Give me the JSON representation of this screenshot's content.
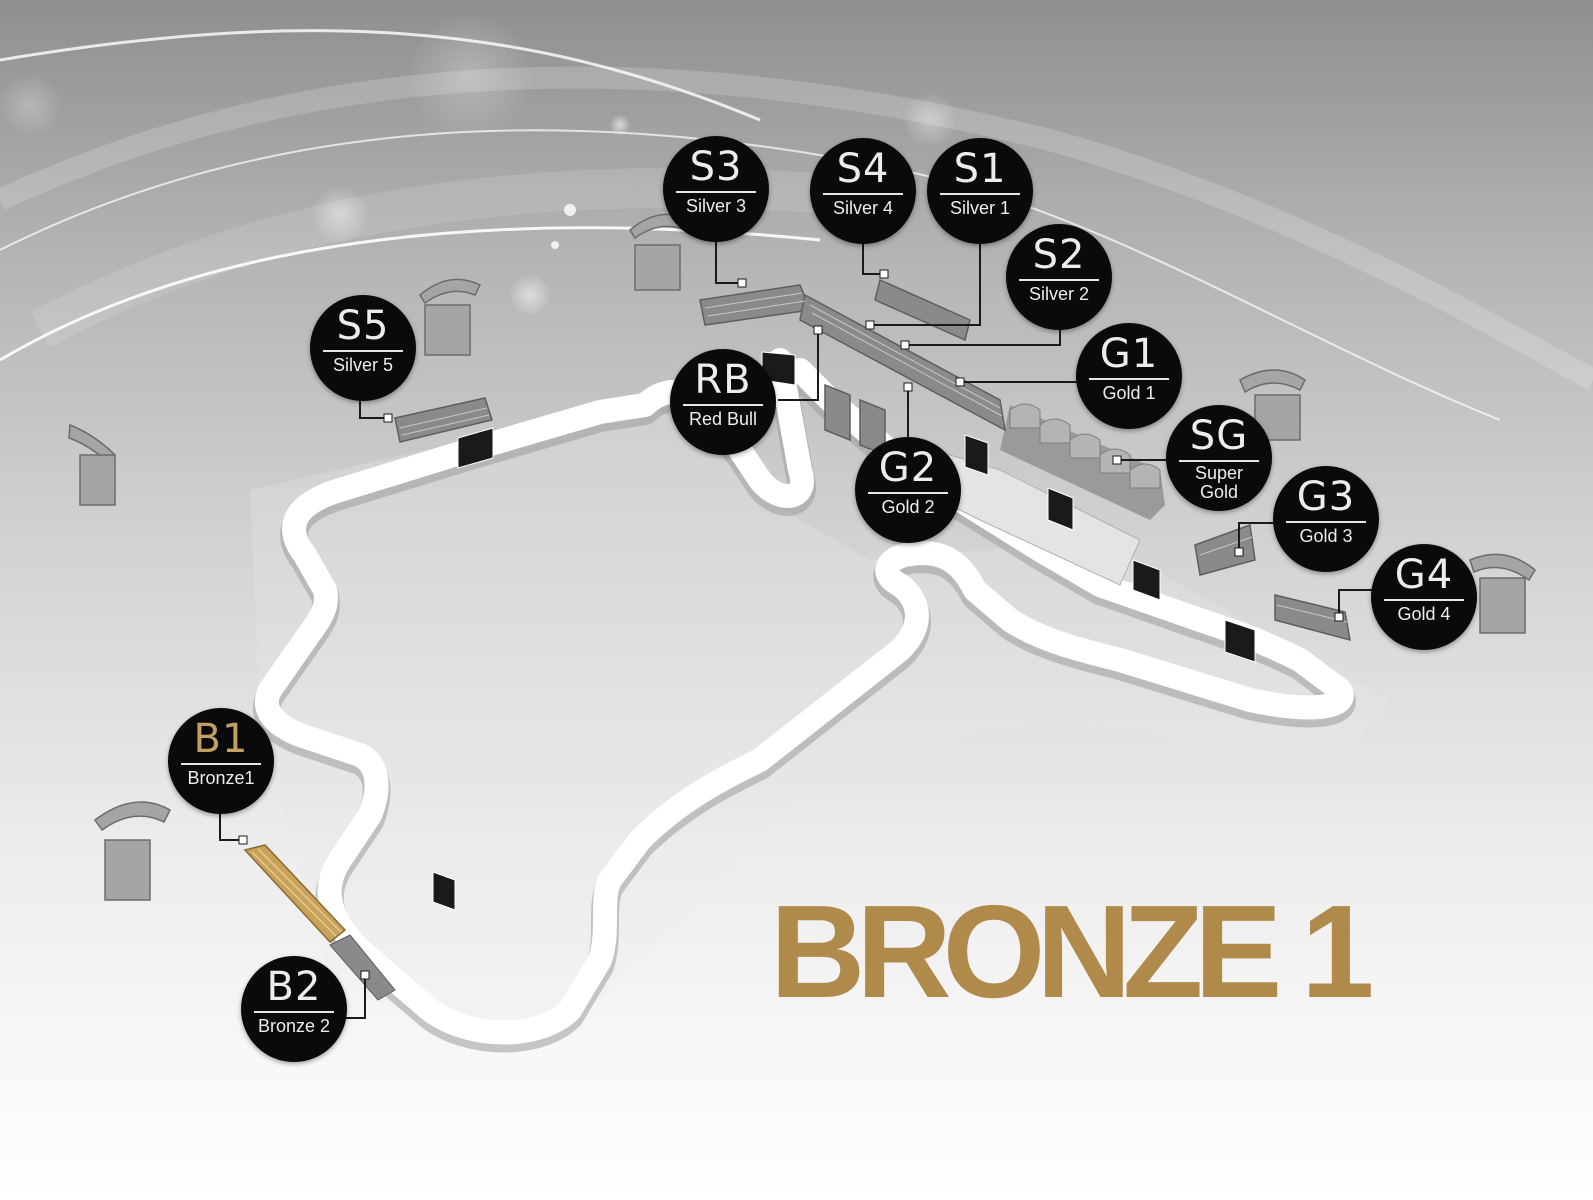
{
  "map": {
    "selected_zone": "B1",
    "colors": {
      "badge_fill": "#0a0a0a",
      "badge_text": "#ededed",
      "bronze_accent": "#b08a4a",
      "track": "#ffffff",
      "grandstand": "#7a7a7a",
      "selected_grandstand": "#c8a25a"
    },
    "headline": "BRONZE 1",
    "zones": [
      {
        "id": "s3",
        "code": "S3",
        "name": "Silver 3"
      },
      {
        "id": "s4",
        "code": "S4",
        "name": "Silver 4"
      },
      {
        "id": "s1",
        "code": "S1",
        "name": "Silver 1"
      },
      {
        "id": "s2",
        "code": "S2",
        "name": "Silver 2"
      },
      {
        "id": "s5",
        "code": "S5",
        "name": "Silver 5"
      },
      {
        "id": "rb",
        "code": "RB",
        "name": "Red Bull"
      },
      {
        "id": "g1",
        "code": "G1",
        "name": "Gold 1"
      },
      {
        "id": "g2",
        "code": "G2",
        "name": "Gold 2"
      },
      {
        "id": "sg",
        "code": "SG",
        "name": "Super",
        "name2": "Gold"
      },
      {
        "id": "g3",
        "code": "G3",
        "name": "Gold 3"
      },
      {
        "id": "g4",
        "code": "G4",
        "name": "Gold 4"
      },
      {
        "id": "b1",
        "code": "B1",
        "name": "Bronze1"
      },
      {
        "id": "b2",
        "code": "B2",
        "name": "Bronze 2"
      }
    ]
  }
}
